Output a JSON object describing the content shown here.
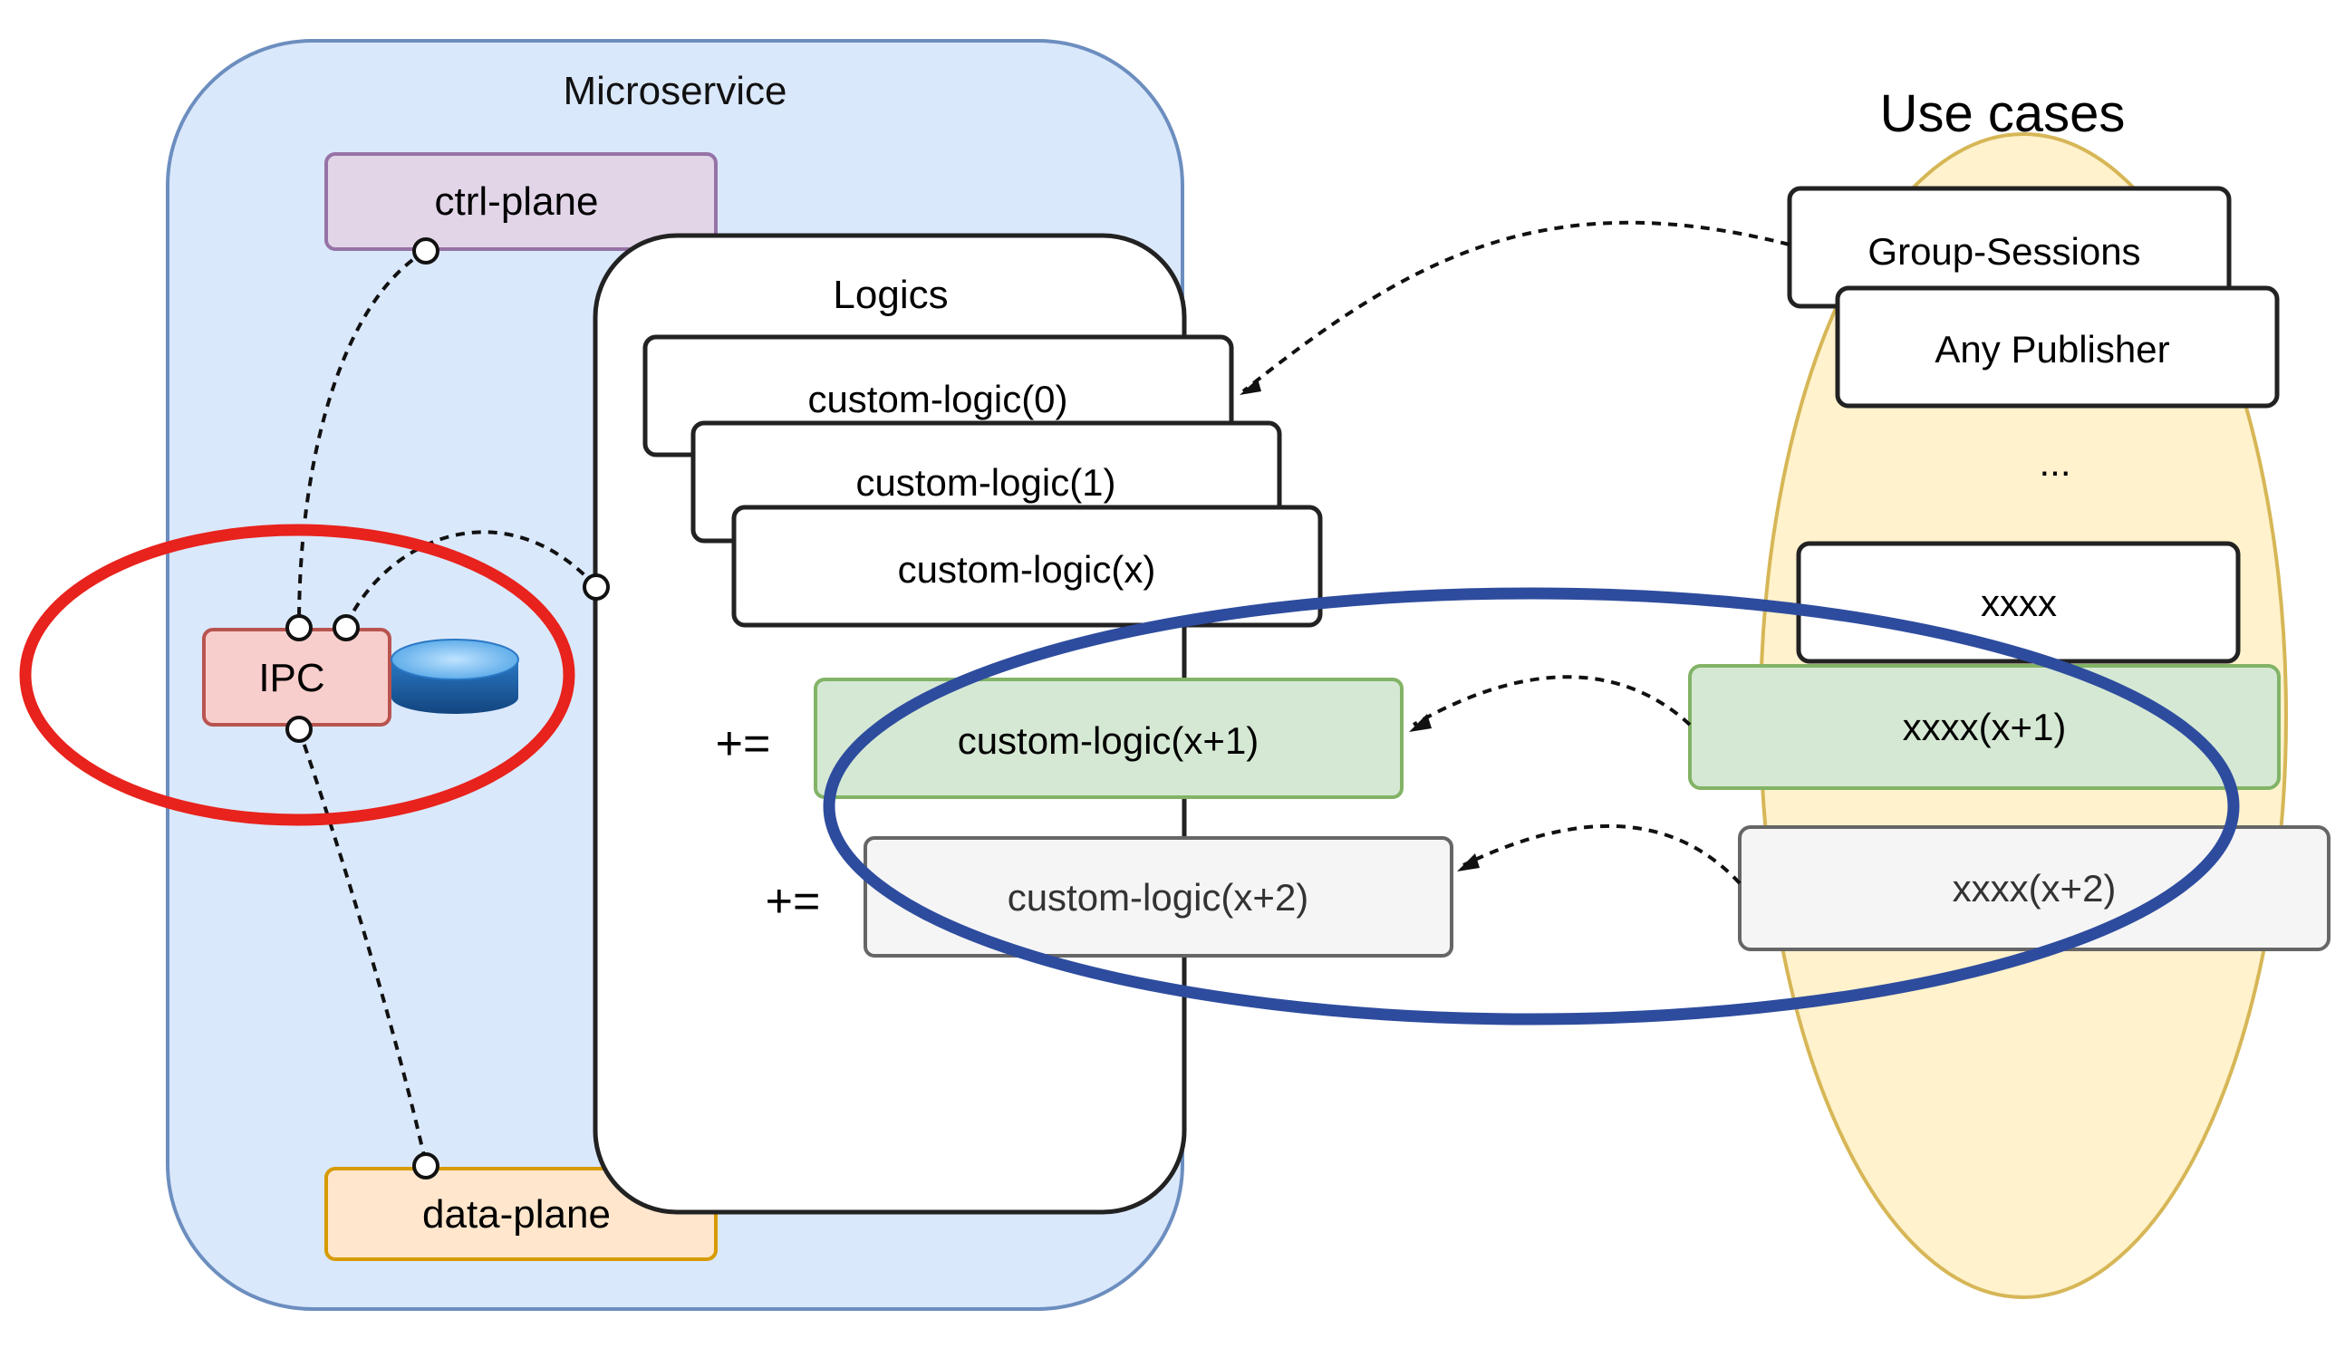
{
  "microservice": {
    "title": "Microservice",
    "ctrl_plane": "ctrl-plane",
    "data_plane": "data-plane",
    "ipc": "IPC"
  },
  "logics": {
    "title": "Logics",
    "items": [
      "custom-logic(0)",
      "custom-logic(1)",
      "custom-logic(x)"
    ],
    "added": [
      {
        "operator": "+=",
        "label": "custom-logic(x+1)"
      },
      {
        "operator": "+=",
        "label": "custom-logic(x+2)"
      }
    ]
  },
  "use_cases": {
    "title": "Use cases",
    "items": [
      "Group-Sessions",
      "Any Publisher"
    ],
    "ellipsis": "...",
    "xxxx": "xxxx",
    "added": [
      "xxxx(x+1)",
      "xxxx(x+2)"
    ]
  },
  "colors": {
    "microservice_fill": "#dae8fc",
    "microservice_stroke": "#6c8ebf",
    "ctrl_plane_fill": "#e1d5e7",
    "ctrl_plane_stroke": "#9673a6",
    "data_plane_fill": "#ffe6cc",
    "data_plane_stroke": "#d79b00",
    "ipc_fill": "#f8cecc",
    "ipc_stroke": "#b85450",
    "use_cases_fill": "#fff2cc",
    "use_cases_stroke": "#d6b656",
    "new_logic_fill": "#d5e8d4",
    "new_logic_stroke": "#82b366",
    "grey_fill": "#f5f5f5",
    "grey_stroke": "#666666",
    "red_highlight": "#e8221c",
    "blue_highlight": "#2e4c9e"
  }
}
